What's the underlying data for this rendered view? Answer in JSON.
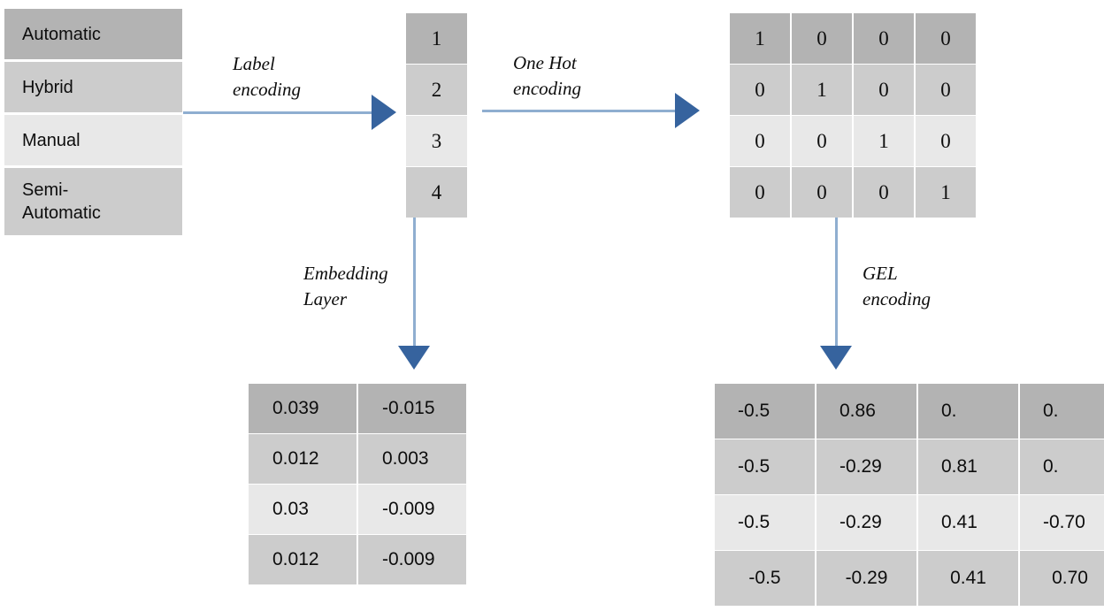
{
  "diagram": {
    "title": "Categorical feature encoding pipeline",
    "colors": {
      "band_dark": "#b3b3b3",
      "band_mid": "#cccccc",
      "band_light": "#e8e8e8",
      "arrow_line": "#8faed0",
      "arrow_head": "#36639e",
      "text": "#0d0d0d",
      "background": "#ffffff"
    },
    "category_list": {
      "name": "original-categories",
      "items": [
        "Automatic",
        "Hybrid",
        "Manual",
        "Semi-\nAutomatic"
      ]
    },
    "label_column": {
      "name": "label-encoded-values",
      "values": [
        "1",
        "2",
        "3",
        "4"
      ]
    },
    "onehot_matrix": {
      "name": "one-hot-encoded-matrix",
      "rows": [
        [
          "1",
          "0",
          "0",
          "0"
        ],
        [
          "0",
          "1",
          "0",
          "0"
        ],
        [
          "0",
          "0",
          "1",
          "0"
        ],
        [
          "0",
          "0",
          "0",
          "1"
        ]
      ]
    },
    "embedding_matrix": {
      "name": "embedding-vectors",
      "rows": [
        [
          "0.039",
          "-0.015"
        ],
        [
          "0.012",
          "0.003"
        ],
        [
          "0.03",
          "-0.009"
        ],
        [
          "0.012",
          "-0.009"
        ]
      ]
    },
    "gel_matrix": {
      "name": "gel-encoded-matrix",
      "rows": [
        [
          "-0.5",
          "0.86",
          "0.",
          "0."
        ],
        [
          "-0.5",
          "-0.29",
          "0.81",
          "0."
        ],
        [
          "-0.5",
          "-0.29",
          "0.41",
          "-0.70"
        ],
        [
          "-0.5",
          "-0.29",
          "0.41",
          "0.70"
        ]
      ]
    },
    "arrows": [
      {
        "name": "label-encoding-arrow",
        "caption": "Label\nencoding",
        "direction": "right"
      },
      {
        "name": "one-hot-encoding-arrow",
        "caption": "One Hot\nencoding",
        "direction": "right"
      },
      {
        "name": "embedding-layer-arrow",
        "caption": "Embedding\nLayer",
        "direction": "down"
      },
      {
        "name": "gel-encoding-arrow",
        "caption": "GEL\nencoding",
        "direction": "down"
      }
    ]
  }
}
